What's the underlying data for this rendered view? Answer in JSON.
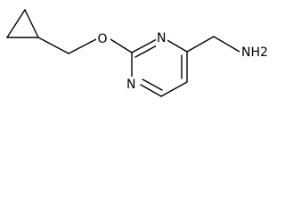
{
  "molecule": {
    "atoms": {
      "ether_oxygen": "O",
      "ring_nitrogen_top": "N",
      "ring_nitrogen_bottom": "N",
      "amine": "NH2"
    }
  },
  "colors": {
    "bond": "#000000",
    "label": "#000000",
    "background": "#ffffff"
  }
}
